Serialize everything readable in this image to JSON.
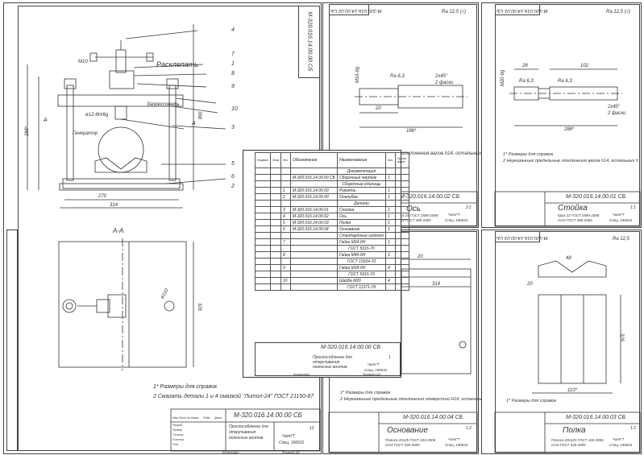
{
  "sheet1": {
    "labels": {
      "lbl_m10": "М10",
      "lbl_rasklepat": "Расклепать",
      "lbl_zapressovat": "Запрессовать",
      "lbl_generator": "Генератор",
      "lbl_thread": "ø12-6H/6g",
      "lbl_A1": "А",
      "lbl_A2": "А",
      "lbl_section": "А-А",
      "dim_288": "288*",
      "dim_368": "368",
      "dim_270": "270",
      "dim_314": "314",
      "dim_326": "326",
      "dim_phi110": "ø110"
    },
    "leaders": [
      "4",
      "7",
      "1",
      "8",
      "9",
      "10",
      "3",
      "5",
      "6",
      "2"
    ],
    "notes": [
      "1* Размеры для справок",
      "2 Смазать детали 1 и 4 смазкой \"Литол-24\" ГОСТ 21150-87"
    ],
    "corner_code": "М-320.016.14.00.00 СБ",
    "title": {
      "code": "М-320.016.14.00.00 СБ",
      "name_lines": [
        "Приспособление для",
        "откручивания",
        "полюсных винтов"
      ],
      "org_lines": [
        "ЧатГТ",
        "Спец. 190631"
      ],
      "sheet": "12",
      "rows": [
        "Изм.",
        "Лист",
        "№ докум.",
        "Подп.",
        "Дата"
      ],
      "people": [
        "Разраб.",
        "Провер.",
        "Т.контр.",
        "Н.контр.",
        "Утв."
      ]
    },
    "bottom": [
      "Копировал",
      "Формат А2"
    ]
  },
  "spec": {
    "headers": [
      "Формат",
      "Зона",
      "Поз.",
      "Обозначение",
      "Наименование",
      "Кол.",
      "Приме-чание"
    ],
    "rows": [
      [
        "",
        "",
        "",
        "",
        "Документация",
        "",
        ""
      ],
      [
        "",
        "",
        "",
        "М-320.016.14.00.00 СБ",
        "Сборочный чертеж",
        "1",
        ""
      ],
      [
        "",
        "",
        "",
        "",
        "Сборочные единицы",
        "",
        ""
      ],
      [
        "",
        "",
        "1",
        "М-320.016.14.00.00",
        "Рукоять",
        "1",
        ""
      ],
      [
        "",
        "",
        "2",
        "М-320.016.14.00.00",
        "Опалубка",
        "1",
        ""
      ],
      [
        "",
        "",
        "",
        "",
        "Детали",
        "",
        ""
      ],
      [
        "",
        "",
        "3",
        "М-320.016.14.00.01",
        "Стойка",
        "1",
        ""
      ],
      [
        "",
        "",
        "4",
        "М-320.016.14.00.02",
        "Ось",
        "1",
        ""
      ],
      [
        "",
        "",
        "5",
        "М-320.016.14.00.03",
        "Полка",
        "1",
        ""
      ],
      [
        "",
        "",
        "6",
        "М-320.016.14.00.04",
        "Основание",
        "1",
        ""
      ],
      [
        "",
        "",
        "",
        "",
        "Стандартные изделия",
        "",
        ""
      ],
      [
        "",
        "",
        "7",
        "",
        "Гайка М24-6Н",
        "1",
        ""
      ],
      [
        "",
        "",
        "",
        "",
        "ГОСТ 5915-70",
        "",
        ""
      ],
      [
        "",
        "",
        "8",
        "",
        "Гайка М40-6Н",
        "1",
        ""
      ],
      [
        "",
        "",
        "",
        "",
        "ГОСТ 15524-70",
        "",
        ""
      ],
      [
        "",
        "",
        "9",
        "",
        "Гайка М18-6Н",
        "4",
        ""
      ],
      [
        "",
        "",
        "",
        "",
        "ГОСТ 5915-70",
        "",
        ""
      ],
      [
        "",
        "",
        "10",
        "",
        "Шайба М20",
        "4",
        ""
      ],
      [
        "",
        "",
        "",
        "",
        "ГОСТ 11371-78",
        "",
        ""
      ]
    ],
    "title": {
      "code": "М-320.016.14.00.00 СБ",
      "name_lines": [
        "Приспособление для",
        "откручивания",
        "полюсных винтов"
      ],
      "org_lines": [
        "ЧатГТ",
        "Спец. 190631"
      ],
      "sheet": "1"
    },
    "bottom": [
      "Копировал",
      "Формат А4"
    ]
  },
  "axis": {
    "corner_code": "М-320.016.14.00.02 СБ",
    "roughness": "Ra 12,5 (√)",
    "ra63": "Ra 6,3",
    "thread": "М16-6g",
    "chamfer": "2х45°",
    "chamfer2": "2 фаски",
    "dim_20": "20",
    "dim_186": "186*",
    "note_partial": "отклонения валов h14, остальных ±",
    "title": {
      "code": "М-320.016.14.00.02 СБ",
      "name": "Ось",
      "material_lines": [
        "Круг 25 ГОСТ 2590-2006",
        "Ст3 ГОСТ 380-2005"
      ],
      "org_lines": [
        "ЧатГТ",
        "Спец. 190631"
      ],
      "sheet": "2:1"
    }
  },
  "stand": {
    "corner_code": "М-320.016.14.00.01 СБ",
    "roughness": "Ra 12,5 (√)",
    "ra63a": "Ra 6,3",
    "ra63b": "Ra 6,3",
    "thread": "М20-6g",
    "chamfer": "2х45°",
    "chamfer2": "2 фаски",
    "dim_28": "28",
    "dim_102": "102",
    "dim_288": "288*",
    "notes": [
      "1* Размеры для справок",
      "2 Неуказанные предельные отклонения валов h14, остальных ±"
    ],
    "title": {
      "code": "М-320.016.14.00.01 СБ",
      "name": "Стойка",
      "material_lines": [
        "Круг 22 ГОСТ 2590-2006",
        "Ст3 ГОСТ 380-2005"
      ],
      "org_lines": [
        "ЧатГТ",
        "Спец. 190631"
      ],
      "sheet": "1:1"
    }
  },
  "base": {
    "dim_20": "20",
    "dim_314": "314",
    "notes": [
      "1* Размеры для справок",
      "2 Неуказанные предельные отклонения отверстий H14, остальных ±"
    ],
    "title": {
      "code": "М-320.016.14.00.04 СБ",
      "name": "Основание",
      "material_lines": [
        "Полоса 20х25 ГОСТ 103-2006",
        "Ст3 ГОСТ 535-2005"
      ],
      "org_lines": [
        "ЧатГТ",
        "Спец. 190631"
      ],
      "sheet": "1:2"
    }
  },
  "shelf": {
    "corner_code": "М-320.016.14.00.03 СБ",
    "roughness": "Ra 12,5",
    "dim_48": "48",
    "dim_110": "110*",
    "dim_326": "326",
    "dim_20": "20",
    "notes": [
      "1* Размеры для справок"
    ],
    "title": {
      "code": "М-320.016.14.00.03 СБ",
      "name": "Полка",
      "material_lines": [
        "Полоса 20х125 ГОСТ 103-2006",
        "Ст3 ГОСТ 535-2005"
      ],
      "org_lines": [
        "ЧатГТ",
        "Спец. 190631"
      ],
      "sheet": "1:2"
    }
  }
}
